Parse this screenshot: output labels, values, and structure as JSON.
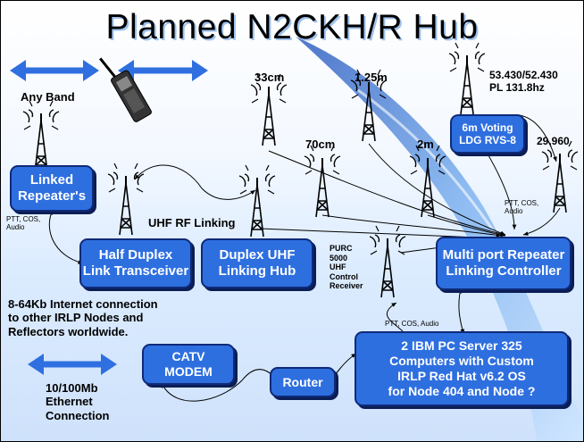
{
  "title": "Planned N2CKH/R Hub",
  "bands": {
    "any_band": "Any Band",
    "b33cm": "33cm",
    "b125m": "1.25m",
    "b70cm": "70cm",
    "b2m": "2m",
    "b6m_freq": "53.430/52.430\nPL 131.8hz",
    "b10m": "29.960"
  },
  "boxes": {
    "linked_repeaters": "Linked\nRepeater's",
    "half_duplex": "Half Duplex\nLink Transceiver",
    "duplex_uhf": "Duplex UHF\nLinking Hub",
    "multiport": "Multi port Repeater\nLinking Controller",
    "voting": "6m Voting\nLDG RVS-8",
    "catv": "CATV\nMODEM",
    "router": "Router",
    "servers": "2 IBM PC Server 325\nComputers with Custom\nIRLP Red Hat v6.2 OS\nfor Node 404 and Node ?"
  },
  "labels": {
    "uhf_rf_linking": "UHF RF Linking",
    "ptt_left": "PTT, COS,\nAudio",
    "ptt_right": "PTT, COS,\nAudio",
    "ptt_bottom": "PTT, COS, Audio",
    "purc": "PURC\n5000\nUHF\nControl\nReceiver",
    "internet": "8-64Kb Internet connection\nto other IRLP Nodes and\nReflectors worldwide.",
    "ethernet": "10/100Mb\nEthernet\nConnection"
  },
  "colors": {
    "box_fill": "#2e6fe0",
    "box_border": "#0f2a78",
    "sweep": "#7fb3f0",
    "arrow": "#2f6fe0"
  },
  "icons": [
    "radio-tower-icon",
    "handheld-radio-icon",
    "double-arrow-icon"
  ]
}
